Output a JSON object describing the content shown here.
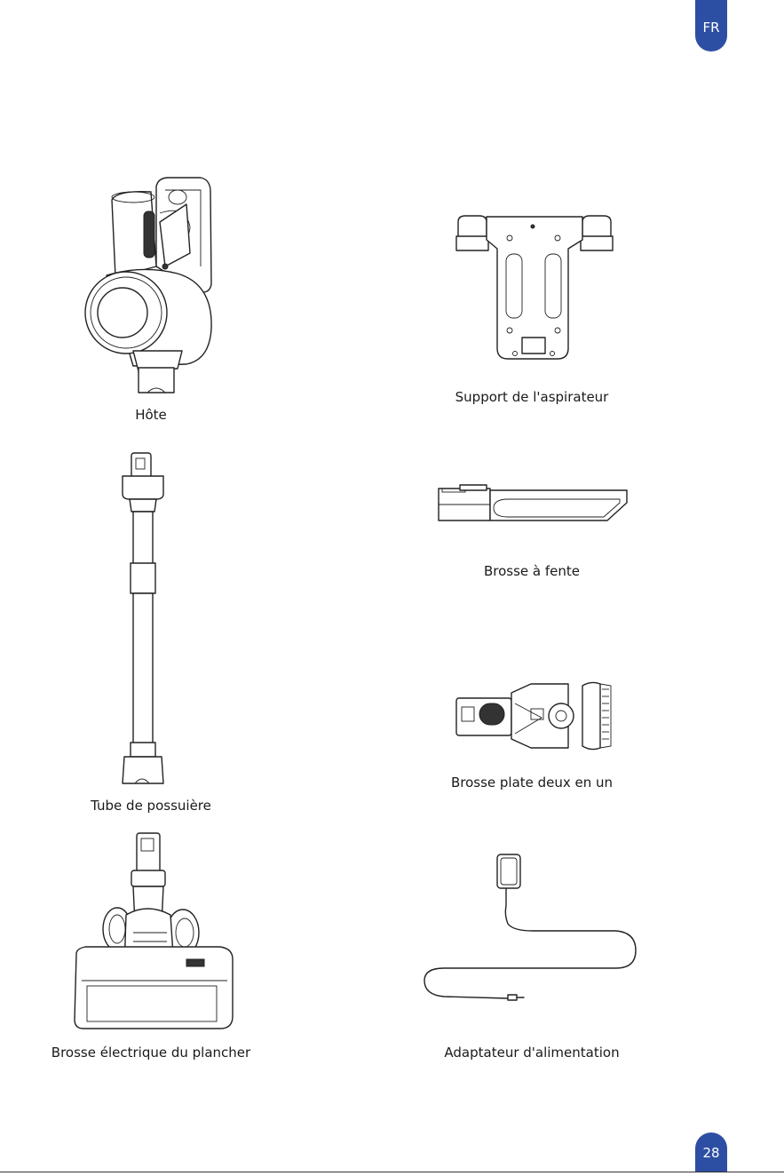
{
  "page": {
    "language_tab": "FR",
    "page_number": "28"
  },
  "items": {
    "host": "Hôte",
    "holder": "Support de l'aspirateur",
    "tube": "Tube de possuière",
    "crevice": "Brosse à fente",
    "flat_brush": "Brosse plate deux en un",
    "floor_brush": "Brosse électrique du plancher",
    "adapter": "Adaptateur d'alimentation"
  },
  "colors": {
    "accent": "#2d4fa3"
  }
}
